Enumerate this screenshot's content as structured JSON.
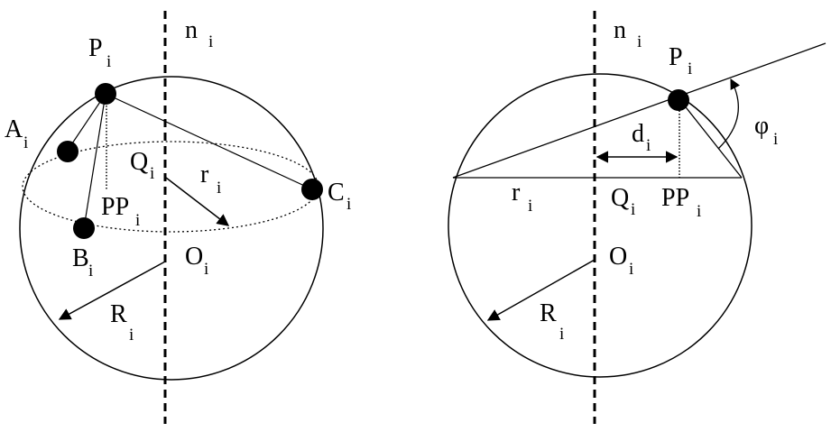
{
  "left_panel": {
    "labels": {
      "n": "n",
      "n_sub": "i",
      "P": "P",
      "P_sub": "i",
      "A": "A",
      "A_sub": "i",
      "B": "B",
      "B_sub": "i",
      "C": "C",
      "C_sub": "i",
      "Q": "Q",
      "Q_sub": "i",
      "r": "r",
      "r_sub": "i",
      "PP": "PP",
      "PP_sub": "i",
      "O": "O",
      "O_sub": "i",
      "R": "R",
      "R_sub": "i"
    }
  },
  "right_panel": {
    "labels": {
      "n": "n",
      "n_sub": "i",
      "P": "P",
      "P_sub": "i",
      "phi": "φ",
      "phi_sub": "i",
      "d": "d",
      "d_sub": "i",
      "r": "r",
      "r_sub": "i",
      "Q": "Q",
      "Q_sub": "i",
      "PP": "PP",
      "PP_sub": "i",
      "O": "O",
      "O_sub": "i",
      "R": "R",
      "R_sub": "i"
    }
  }
}
